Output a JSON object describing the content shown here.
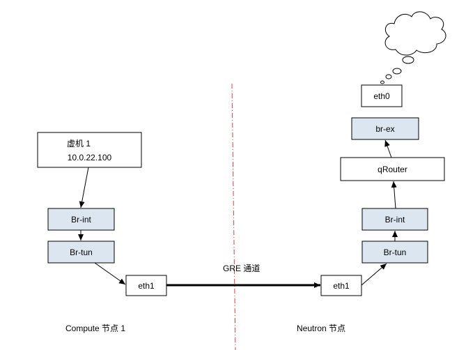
{
  "colors": {
    "bridge_fill": "#dce6f1",
    "plain_fill": "#ffffff",
    "stroke": "#000000",
    "divider": "#e0403a"
  },
  "compute": {
    "vm_name": "虚机 1",
    "vm_ip": "10.0.22.100",
    "br_int": "Br-int",
    "br_tun": "Br-tun",
    "eth1": "eth1",
    "caption": "Compute 节点 1"
  },
  "neutron": {
    "eth0": "eth0",
    "br_ex": "br-ex",
    "qrouter": "qRouter",
    "br_int": "Br-int",
    "br_tun": "Br-tun",
    "eth1": "eth1",
    "caption": "Neutron 节点"
  },
  "tunnel": {
    "label": "GRE 通道"
  },
  "icons": {
    "cloud": "cloud-icon"
  }
}
